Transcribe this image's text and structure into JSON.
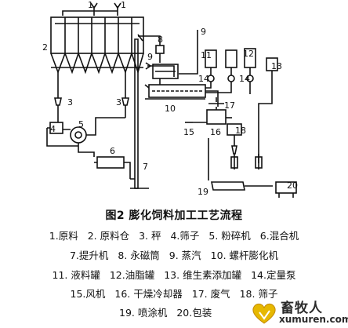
{
  "diagram": {
    "callouts": [
      "1",
      "1",
      "2",
      "3",
      "3",
      "4",
      "5",
      "6",
      "7",
      "8",
      "9",
      "9",
      "10",
      "11",
      "12",
      "13",
      "14",
      "14",
      "15",
      "16",
      "17",
      "18",
      "19",
      "20"
    ]
  },
  "caption": "图2  膨化饲料加工工艺流程",
  "legend": [
    [
      "1.原料",
      "2. 原料仓",
      "3. 秤",
      "4.筛子",
      "5. 粉碎机",
      "6.混合机"
    ],
    [
      "7.提升机",
      "8. 永磁筒",
      "9. 蒸汽",
      "10. 螺杆膨化机"
    ],
    [
      "11. 液料罐",
      "12.油脂罐",
      "13. 维生素添加罐",
      "14.定量泵"
    ],
    [
      "15.风机",
      "16. 干燥冷却器",
      "17. 废气",
      "18. 筛子"
    ],
    [
      "19. 喷涂机",
      "20.包装"
    ]
  ],
  "watermark": {
    "name": "畜牧人",
    "url": "xumuren.com"
  }
}
